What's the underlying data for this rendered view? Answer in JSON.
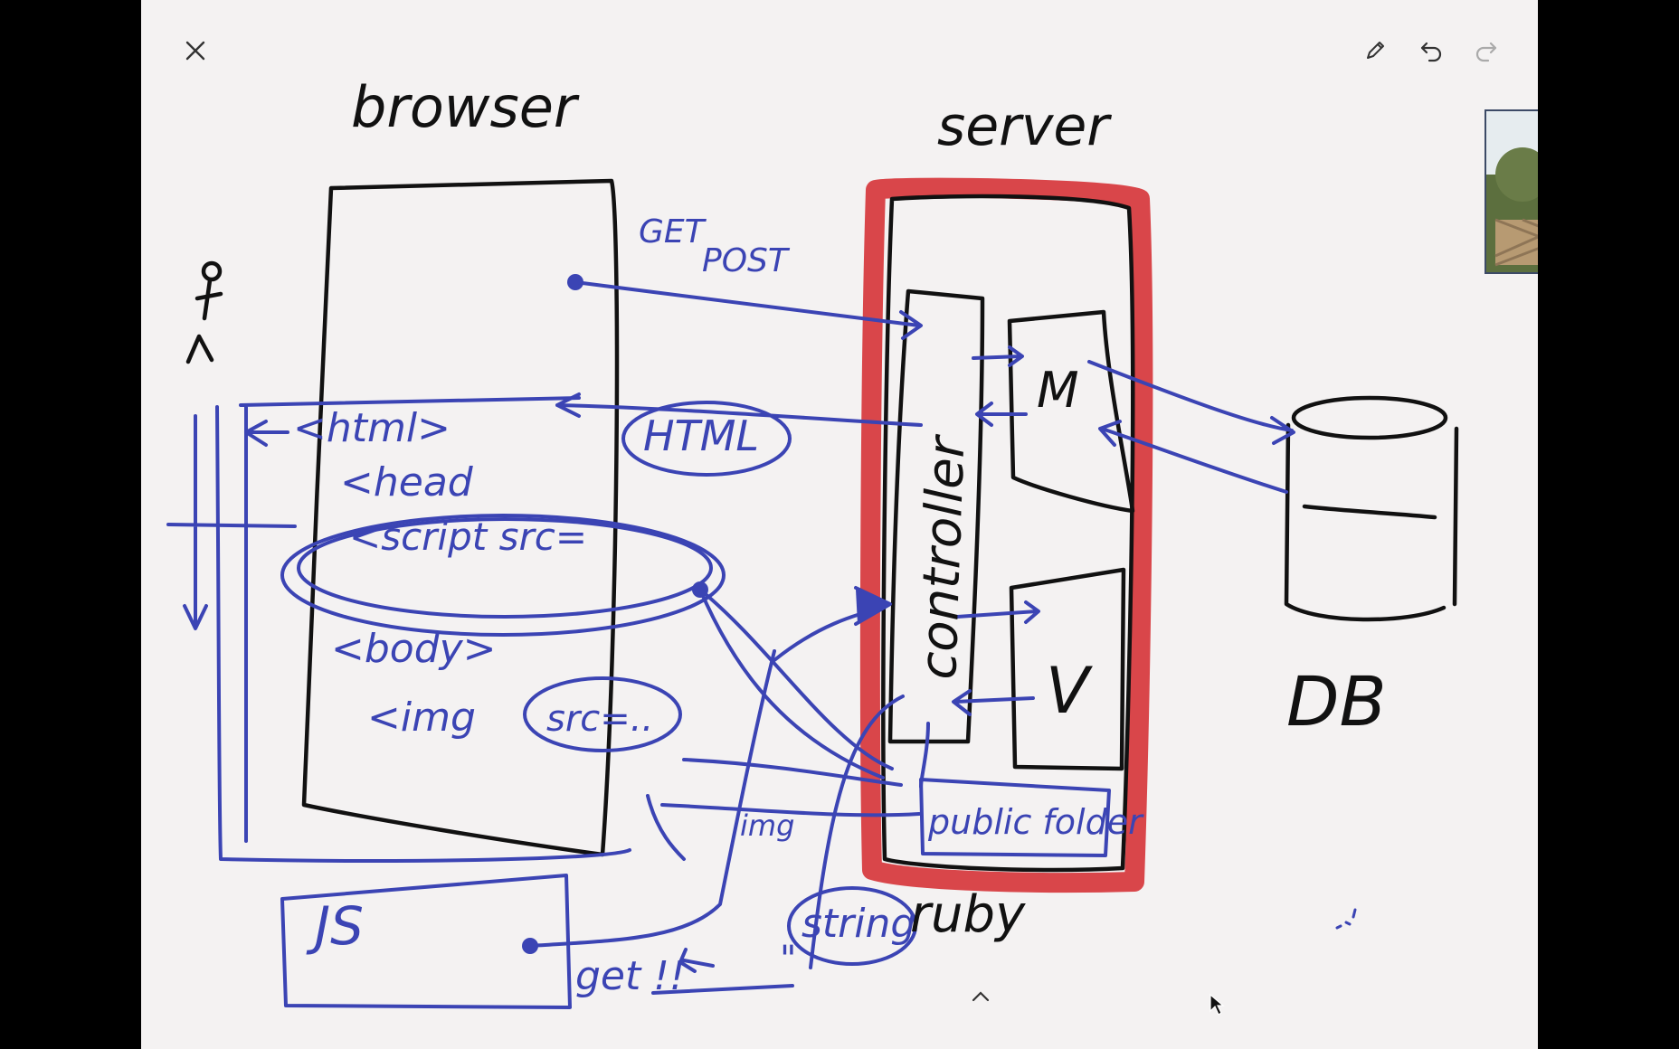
{
  "toolbar": {
    "close_icon": "close-icon",
    "pen_icon": "pencil-icon",
    "undo_icon": "undo-icon",
    "redo_icon": "redo-icon"
  },
  "diagram": {
    "browser": "browser",
    "server": "server",
    "get": "GET",
    "post": "POST",
    "html_tag": "<html>",
    "head_tag": "<head",
    "script_tag": "<script src=",
    "body_tag": "<body>",
    "img_tag": "<img",
    "src_attr": "src=..",
    "html_response": "HTML",
    "controller": "controller",
    "model": "M",
    "view": "V",
    "db": "DB",
    "public_folder": "public folder",
    "img": "img",
    "ruby": "ruby",
    "js": "JS",
    "string": "string",
    "get_note": "get !!",
    "quote_mark": "\"",
    "colors": {
      "server_highlight": "#d9464a",
      "blue_ink": "#3b44b4",
      "black_ink": "#111111",
      "canvas": "#f4f2f2"
    }
  },
  "video": {
    "participant_icon": "person-video-feed"
  },
  "bottom": {
    "chevron_icon": "chevron-up-icon"
  }
}
